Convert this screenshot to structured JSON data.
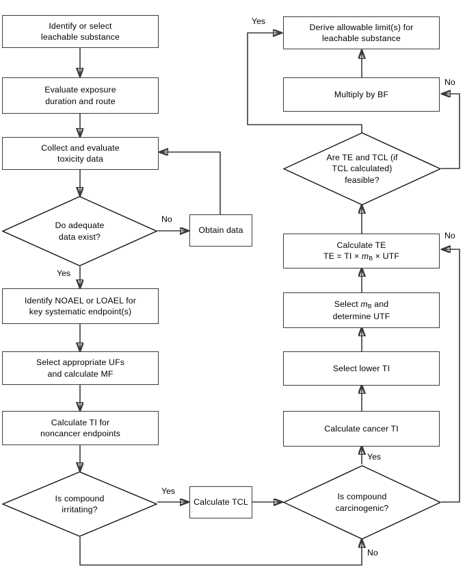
{
  "diagram": {
    "title": "Leachable substance toxicological risk assessment flowchart",
    "background_color": "#ffffff",
    "line_color": "#3a3a3a",
    "text_color": "#000000"
  },
  "nodes": {
    "identify_substance": {
      "type": "process",
      "text": "Identify or select\nleachable substance"
    },
    "evaluate_exposure": {
      "type": "process",
      "text": "Evaluate exposure\nduration and route"
    },
    "collect_toxicity": {
      "type": "process",
      "text": "Collect and evaluate\ntoxicity data"
    },
    "adequate_data": {
      "type": "decision",
      "text": "Do adequate\ndata exist?"
    },
    "obtain_data": {
      "type": "process",
      "text": "Obtain data"
    },
    "identify_noael": {
      "type": "process",
      "text": "Identify NOAEL or LOAEL for\nkey systematic endpoint(s)"
    },
    "select_ufs": {
      "type": "process",
      "text": "Select appropriate UFs\nand calculate MF"
    },
    "calculate_ti": {
      "type": "process",
      "text": "Calculate TI for\nnoncancer endpoints"
    },
    "is_irritating": {
      "type": "decision",
      "text": "Is compound\nirritating?"
    },
    "calculate_tcl": {
      "type": "process",
      "text": "Calculate TCL"
    },
    "is_carcinogenic": {
      "type": "decision",
      "text": "Is compound\ncarcinogenic?"
    },
    "calculate_cancer_ti": {
      "type": "process",
      "text": "Calculate cancer TI"
    },
    "select_lower_ti": {
      "type": "process",
      "text": "Select lower TI"
    },
    "select_mb": {
      "type": "process",
      "text": "Select mB and\ndetermine UTF"
    },
    "select_mb_line1_pre": "Select ",
    "select_mb_line1_var": "m",
    "select_mb_line1_sub": "B",
    "select_mb_line1_post": " and",
    "select_mb_line2": "determine UTF",
    "calculate_te": {
      "type": "process",
      "title": "Calculate TE",
      "formula_plain": "TE = TI × mB × UTF"
    },
    "calculate_te_formula": {
      "pre": "TE = TI × ",
      "var": "m",
      "sub": "B",
      "post": " × UTF"
    },
    "te_tcl_feasible": {
      "type": "decision",
      "text": "Are TE and TCL (if\nTCL calculated)\nfeasible?"
    },
    "multiply_bf": {
      "type": "process",
      "text": "Multiply by BF"
    },
    "derive_limits": {
      "type": "process",
      "text": "Derive allowable limit(s) for\nleachable substance"
    }
  },
  "edge_labels": {
    "adequate_data_no": "No",
    "adequate_data_yes": "Yes",
    "irritating_yes": "Yes",
    "carcinogenic_yes": "Yes",
    "carcinogenic_no": "No",
    "te_feasible_no_right": "No",
    "te_tcl_feasible_no": "No",
    "te_tcl_feasible_yes": "Yes"
  }
}
